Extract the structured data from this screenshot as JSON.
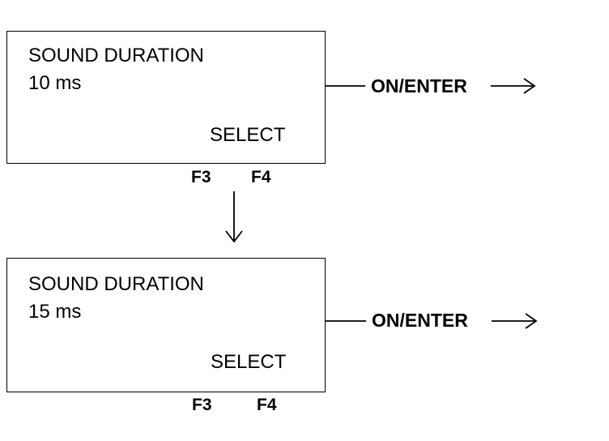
{
  "screens": [
    {
      "line1": "SOUND DURATION",
      "line2": "10 ms",
      "softkey": "SELECT",
      "f3": "F3",
      "f4": "F4",
      "enter_key": "ON/ENTER"
    },
    {
      "line1": "SOUND DURATION",
      "line2": "15 ms",
      "softkey": "SELECT",
      "f3": "F3",
      "f4": "F4",
      "enter_key": "ON/ENTER"
    }
  ]
}
